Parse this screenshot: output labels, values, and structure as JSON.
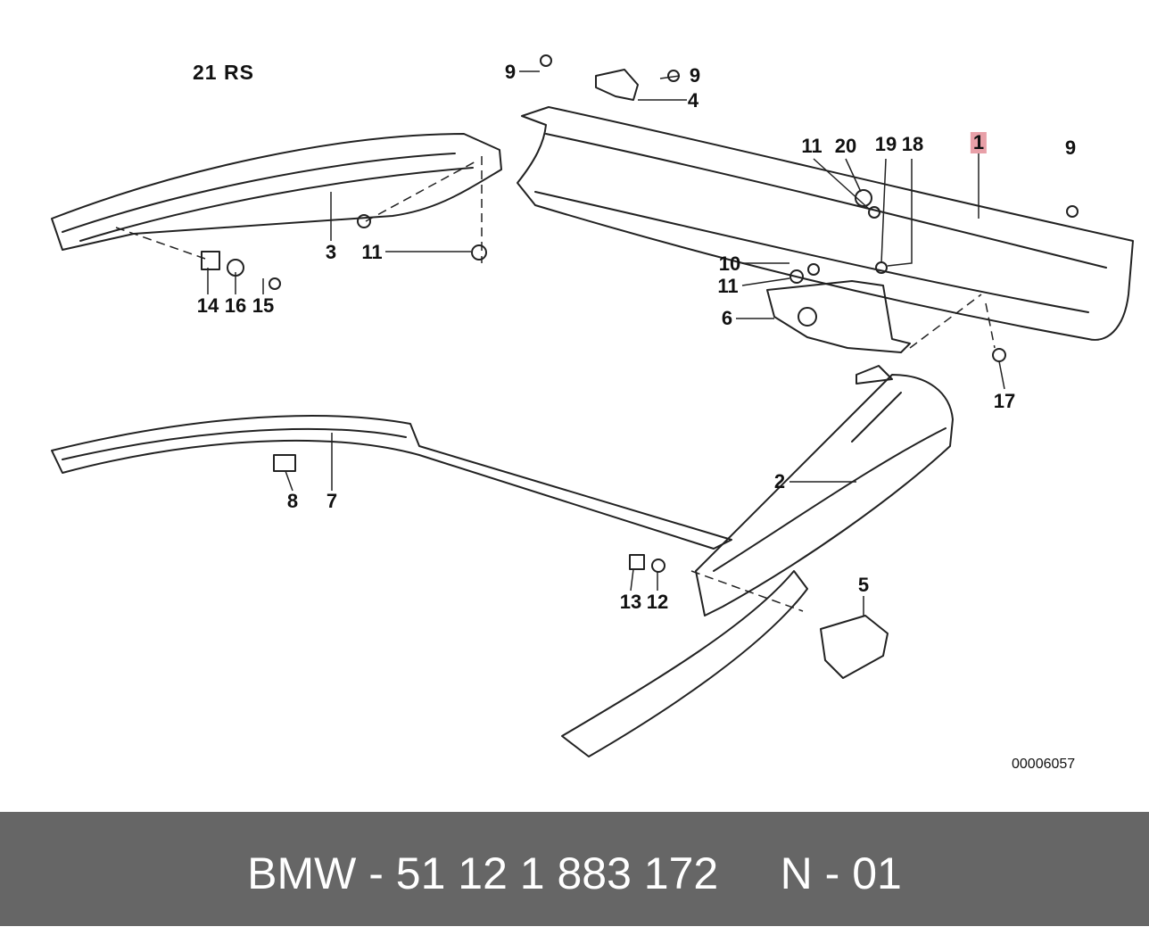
{
  "diagram": {
    "header": "21 RS",
    "ref_number": "00006057",
    "highlight_color": "#e8a0a8",
    "callouts": [
      "9",
      "9",
      "4",
      "11",
      "20",
      "19",
      "18",
      "1",
      "9",
      "3",
      "11",
      "14",
      "16",
      "15",
      "10",
      "11",
      "6",
      "17",
      "2",
      "8",
      "7",
      "13",
      "12",
      "5"
    ]
  },
  "footer": {
    "text": "BMW - 51 12 1 883 172     N - 01",
    "background": "#666666"
  }
}
